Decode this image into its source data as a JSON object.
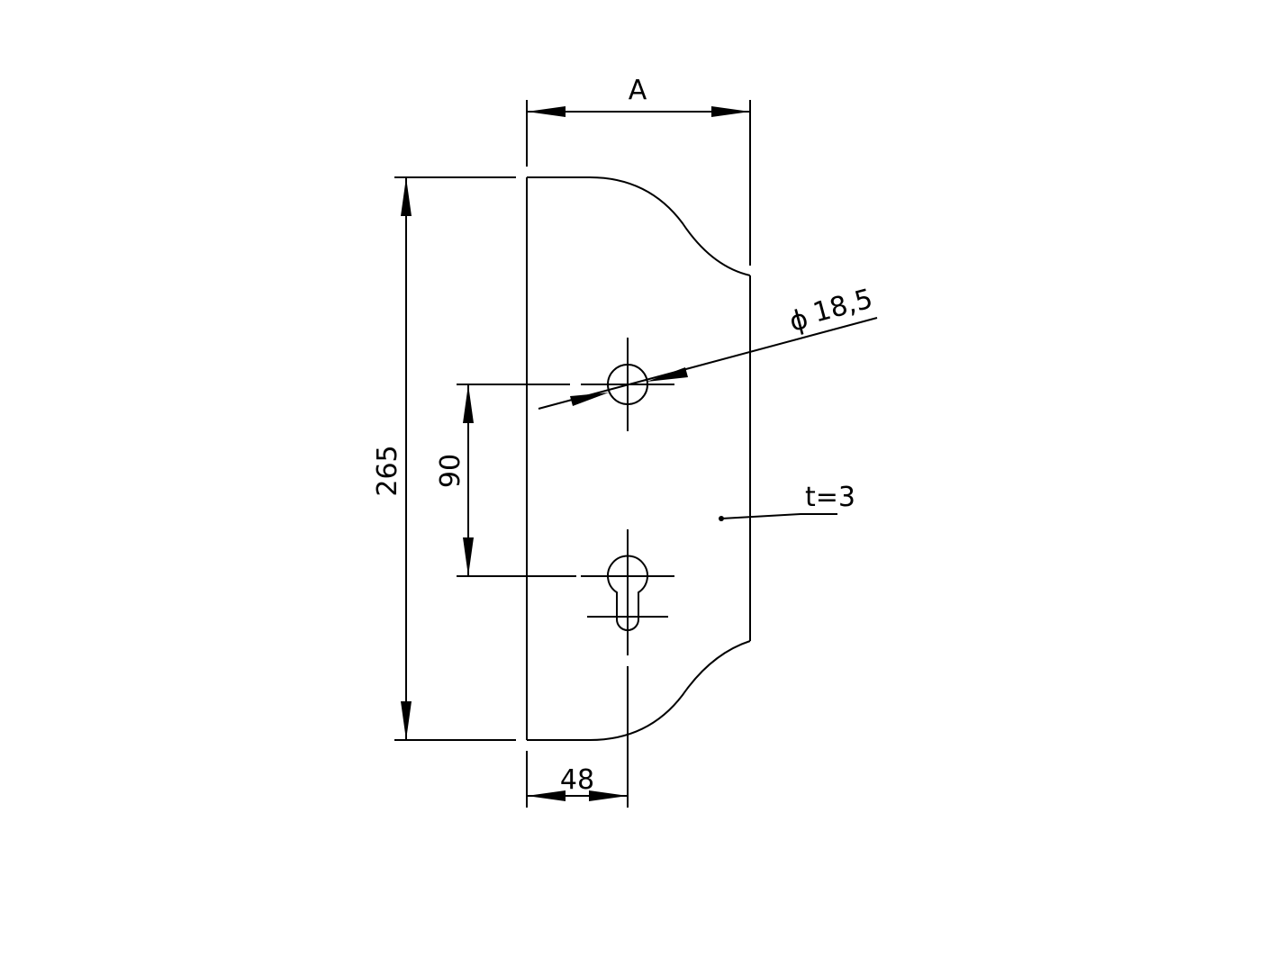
{
  "drawing": {
    "dimensions": {
      "width_label": "A",
      "height_label": "265",
      "hole_spacing_label": "90",
      "edge_offset_label": "48",
      "hole_diameter_label": "18,5",
      "diameter_symbol": "ϕ",
      "thickness_label": "t=3"
    },
    "features": {
      "top_hole": "round-hole",
      "bottom_hole": "keyhole-cylinder-cutout"
    },
    "colors": {
      "line": "#000000",
      "background": "#ffffff"
    }
  }
}
